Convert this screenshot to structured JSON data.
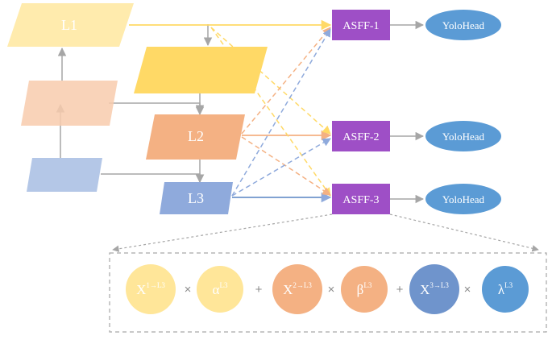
{
  "levels": {
    "l1": "L1",
    "l2": "L2",
    "l3": "L3"
  },
  "asff": [
    "ASFF-1",
    "ASFF-2",
    "ASFF-3"
  ],
  "heads": [
    "YoloHead",
    "YoloHead",
    "YoloHead"
  ],
  "formula": {
    "terms": [
      {
        "base": "X",
        "sup": "1→L3"
      },
      {
        "base": "α",
        "sup": "L3"
      },
      {
        "base": "X",
        "sup": "2→L3"
      },
      {
        "base": "β",
        "sup": "L3"
      },
      {
        "base": "X",
        "sup": "3→L3"
      },
      {
        "base": "λ",
        "sup": "L3"
      }
    ],
    "operators": [
      "×",
      "+",
      "×",
      "+",
      "×"
    ]
  },
  "colors": {
    "yellow_light": "#FFE699",
    "yellow": "#FFD966",
    "peach": "#F8CBAD",
    "orange": "#F4B183",
    "blue_light": "#B4C7E7",
    "blue": "#8FAADC",
    "blue_mid": "#6F94CC",
    "blue_dark": "#5B9BD5",
    "purple": "#9E4FC6",
    "gray": "#A6A6A6"
  }
}
